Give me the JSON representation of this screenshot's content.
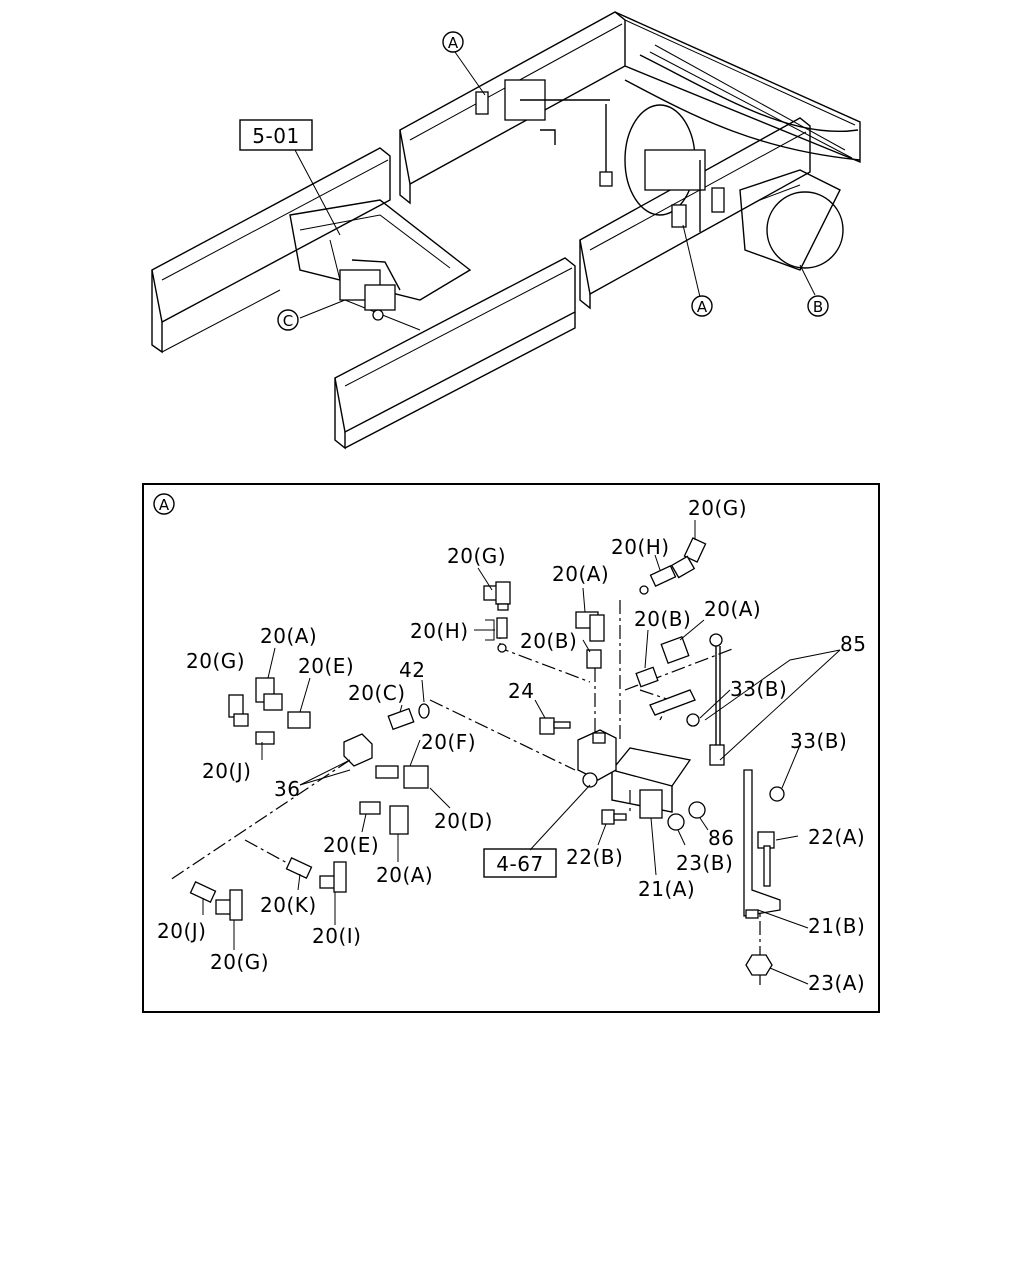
{
  "overview": {
    "ref_box": "5-01",
    "callouts": [
      "A",
      "A",
      "B",
      "C"
    ]
  },
  "detail": {
    "view_label": "A",
    "ref_box": "4-67",
    "labels": [
      "20(G)",
      "20(H)",
      "20(G)",
      "20(A)",
      "20(H)",
      "20(B)",
      "20(B)",
      "20(A)",
      "85",
      "20(A)",
      "20(G)",
      "20(E)",
      "42",
      "20(C)",
      "24",
      "33(B)",
      "33(B)",
      "20(F)",
      "20(J)",
      "36",
      "20(D)",
      "86",
      "22(A)",
      "20(E)",
      "22(B)",
      "23(B)",
      "20(A)",
      "21(A)",
      "20(K)",
      "20(J)",
      "20(I)",
      "21(B)",
      "20(G)",
      "23(A)"
    ]
  }
}
